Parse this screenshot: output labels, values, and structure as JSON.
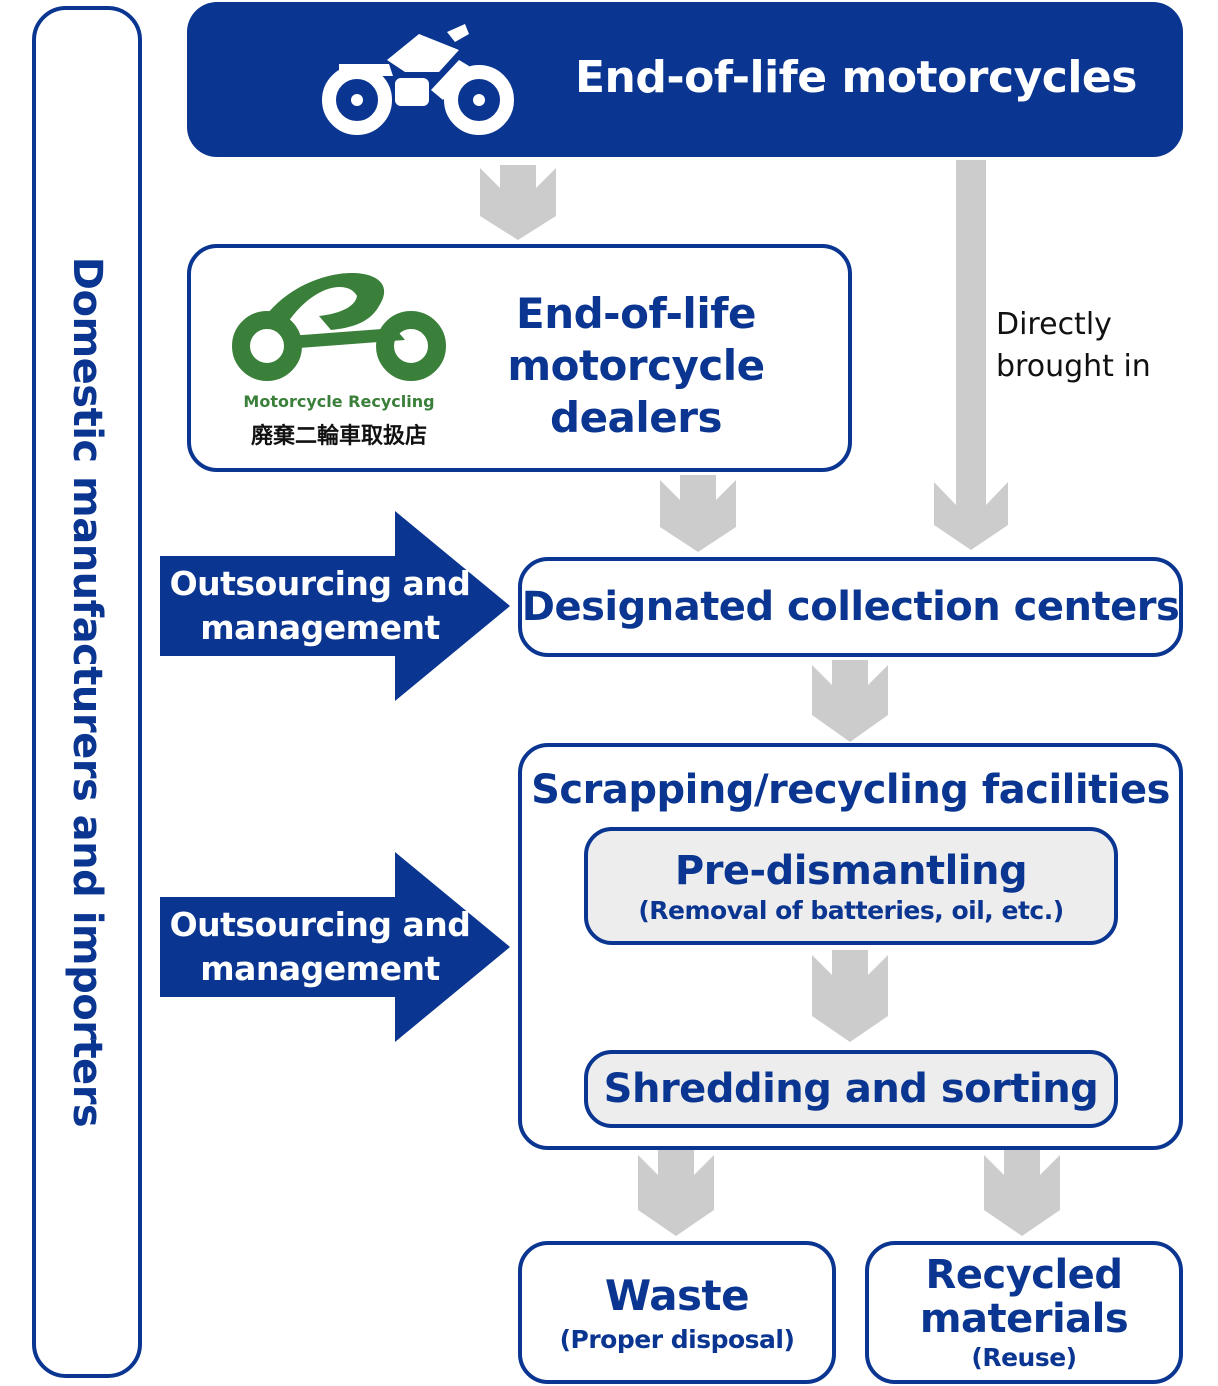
{
  "sidebar": {
    "label": "Domestic manufacturers and importers"
  },
  "top": {
    "title": "End-of-life motorcycles",
    "icon": "motorcycle-icon"
  },
  "dealers": {
    "title_line1": "End-of-life",
    "title_line2": "motorcycle",
    "title_line3": "dealers",
    "logo_text": "Motorcycle Recycling",
    "logo_text_jp": "廃棄二輪車取扱店"
  },
  "direct": {
    "line1": "Directly",
    "line2": "brought in"
  },
  "outsourcing1": {
    "line1": "Outsourcing and",
    "line2": "management"
  },
  "outsourcing2": {
    "line1": "Outsourcing and",
    "line2": "management"
  },
  "collection": {
    "title": "Designated collection centers"
  },
  "facilities": {
    "title": "Scrapping/recycling facilities",
    "predismantling_title": "Pre-dismantling",
    "predismantling_sub": "(Removal of batteries, oil, etc.)",
    "shredding_title": "Shredding and sorting"
  },
  "waste": {
    "title": "Waste",
    "sub": "(Proper disposal)"
  },
  "recycled": {
    "title_line1": "Recycled",
    "title_line2": "materials",
    "sub": "(Reuse)"
  },
  "colors": {
    "navy": "#0a3590",
    "arrow_gray": "#cccccc",
    "logo_green": "#3a7f3a",
    "inner_fill": "#ededed"
  }
}
